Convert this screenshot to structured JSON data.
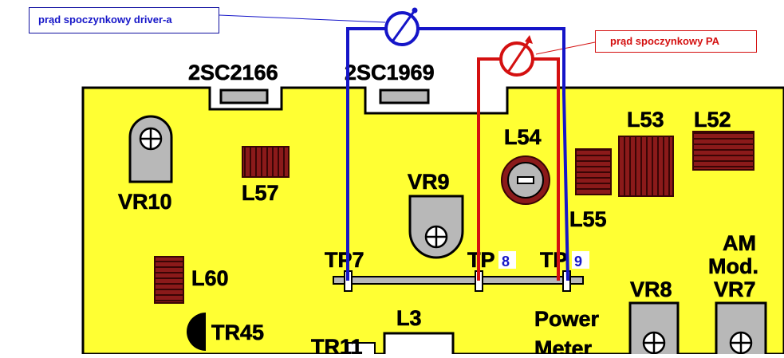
{
  "callouts": {
    "driver": "prąd spoczynkowy driver-a",
    "pa": "prąd spoczynkowy PA"
  },
  "components": {
    "2sc2166": "2SC2166",
    "2sc1969": "2SC1969",
    "vr10": "VR10",
    "l57": "L57",
    "vr9": "VR9",
    "l54": "L54",
    "l55": "L55",
    "l53": "L53",
    "l52": "L52",
    "l60": "L60",
    "tr45": "TR45",
    "tr11": "TR11",
    "l3": "L3",
    "vr8": "VR8",
    "am_mod_line1": "AM",
    "am_mod_line2": "Mod.",
    "am_mod_line3": "VR7",
    "power_line1": "Power",
    "power_line2": "Meter"
  },
  "test_points": {
    "tp7": "TP7",
    "tp8_prefix": "TP",
    "tp8_num": "8",
    "tp9_prefix": "TP",
    "tp9_num": "9"
  },
  "colors": {
    "board": "#ffff33",
    "coil": "#8b1a1a",
    "driver_wire": "#1515c8",
    "pa_wire": "#d41010",
    "pot_gray": "#b8b8b8"
  }
}
